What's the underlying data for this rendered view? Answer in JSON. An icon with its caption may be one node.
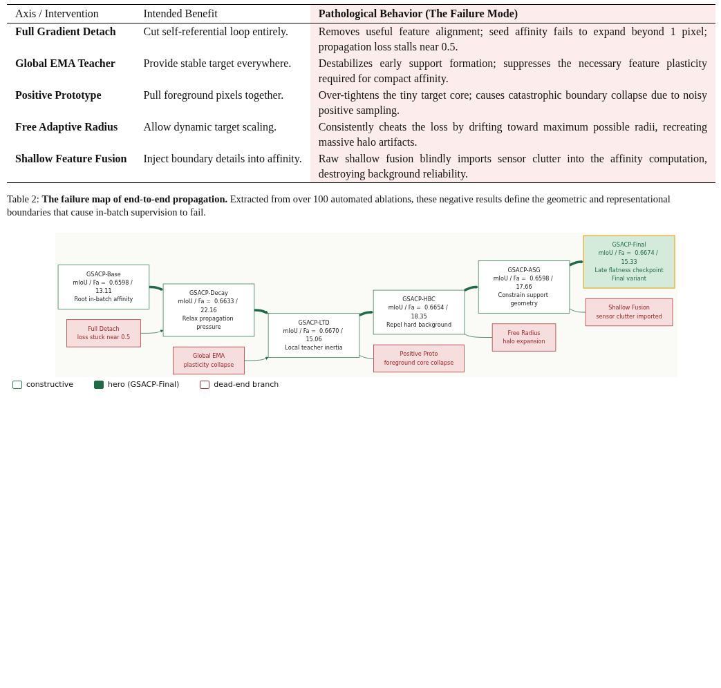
{
  "diagram": {
    "caption": "Table 2: **The failure map of end-to-end propagation.** Extracted from over 100 automated ablations, these negative results define the geometric and representational boundaries that cause in-batch supervision to fail.",
    "nodes": [
      {
        "text": [
          "GSACP-Base",
          "mIoU / Fa =  0.6598 / 13.11",
          "Root in-batch affinity"
        ]
      },
      {
        "text": [
          "GSACP-Decay",
          "mIoU / Fa =  0.6633 / 22.16",
          "Relax propagation pressure"
        ]
      },
      {
        "text": [
          "GSACP-LTD",
          "mIoU / Fa =  0.6670 / 15.06",
          "Local teacher inertia"
        ]
      },
      {
        "text": [
          "GSACP-HBC",
          "mIoU / Fa =  0.6654 / 18.35",
          "Repel hard background"
        ]
      },
      {
        "text": [
          "GSACP-ASG",
          "mIoU / Fa =  0.6598 / 17.66",
          "Constrain support geometry"
        ]
      },
      {
        "text": [
          "GSACP-Final",
          "mIoU / Fa =  0.6674 / 15.33",
          "Late flatness checkpoint",
          "Final variant"
        ]
      },
      {
        "text": [
          "Full Detach",
          "loss stuck near 0.5"
        ]
      },
      {
        "text": [
          "Global EMA",
          "plasticity collapse"
        ]
      },
      {
        "text": [
          "Positive Proto",
          "foreground core collapse"
        ]
      },
      {
        "text": [
          "Free Radius",
          "halo expansion"
        ]
      },
      {
        "text": [
          "Shallow Fusion",
          "sensor clutter imported"
        ]
      }
    ],
    "edges": [
      {
        "from": 0,
        "to": 1,
        "arrow": "to",
        "style": "thick"
      },
      {
        "from": 6,
        "to": 1,
        "arrow": "to"
      },
      {
        "from": 1,
        "to": 2,
        "arrow": "to",
        "style": "thick"
      },
      {
        "from": 7,
        "to": 2,
        "arrow": "to"
      },
      {
        "from": 2,
        "to": 3,
        "arrow": "to",
        "style": "thick"
      },
      {
        "from": 3,
        "to": 4,
        "arrow": "to",
        "style": "thick"
      },
      {
        "from": 4,
        "to": 5,
        "arrow": "to",
        "style": "thick"
      },
      {
        "from": 2,
        "to": 8,
        "arrow": "none"
      },
      {
        "from": 3,
        "to": 9,
        "arrow": "none"
      },
      {
        "from": 4,
        "to": 10,
        "arrow": "none"
      }
    ],
    "labels": [
      "Axis / Intervention",
      "Intended Benefit",
      "Pathological Behavior (The Failure Mode)",
      "Full Gradient Detach",
      "Cut self-referential loop entirely.",
      "Removes useful feature alignment; seed affinity fails to expand beyond 1 pixel; propagation loss stalls near 0.5.",
      "Global EMA Teacher",
      "Provide stable target everywhere.",
      "Destabilizes early support formation; suppresses the necessary feature plasticity required for compact affinity.",
      "Positive Prototype",
      "Pull foreground pixels together.",
      "Over-tightens the tiny target core; causes catastrophic boundary collapse due to noisy positive sampling.",
      "Free Adaptive Radius",
      "Allow dynamic target scaling.",
      "Consistently cheats the loss by drifting toward maximum possible radii, recreating massive halo artifacts.",
      "Shallow Feature Fusion",
      "Inject boundary details into affinity.",
      "Raw shallow fusion blindly imports sensor clutter into the affinity computation, destroying background reliability."
    ],
    "legend": [
      {
        "text": "constructive"
      },
      {
        "text": "hero (GSACP-Final)",
        "color": "#1e6b45"
      },
      {
        "text": "dead-end branch"
      }
    ]
  }
}
